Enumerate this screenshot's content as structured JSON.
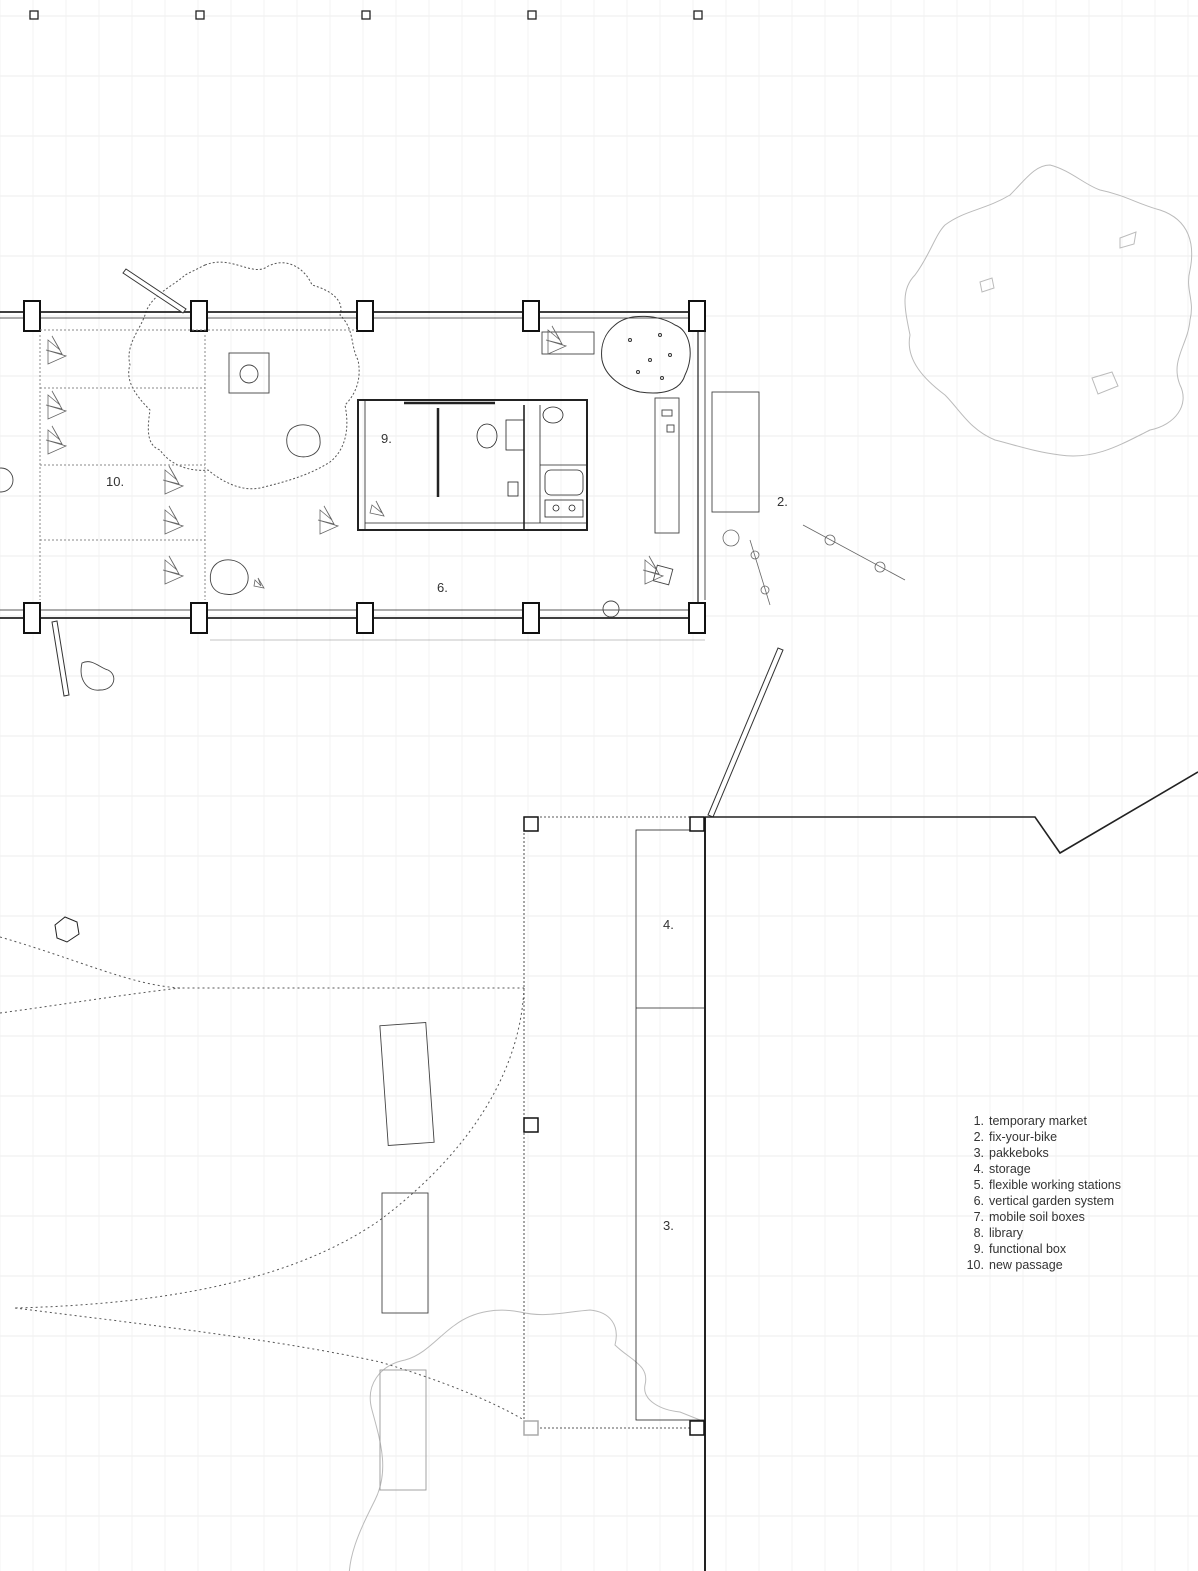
{
  "room_labels": {
    "passage": "10.",
    "functional_box": "9.",
    "garden": "6.",
    "bike": "2.",
    "storage": "4.",
    "pakkeboks": "3."
  },
  "legend": [
    {
      "num": "1.",
      "text": "temporary market"
    },
    {
      "num": "2.",
      "text": "fix-your-bike"
    },
    {
      "num": "3.",
      "text": "pakkeboks"
    },
    {
      "num": "4.",
      "text": "storage"
    },
    {
      "num": "5.",
      "text": "flexible working stations"
    },
    {
      "num": "6.",
      "text": "vertical garden system"
    },
    {
      "num": "7.",
      "text": "mobile soil boxes"
    },
    {
      "num": "8.",
      "text": "library"
    },
    {
      "num": "9.",
      "text": "functional box"
    },
    {
      "num": "10.",
      "text": "new passage"
    }
  ],
  "colors": {
    "line": "#222222",
    "grid": "#e6e6e6",
    "faint": "#bbbbbb"
  }
}
